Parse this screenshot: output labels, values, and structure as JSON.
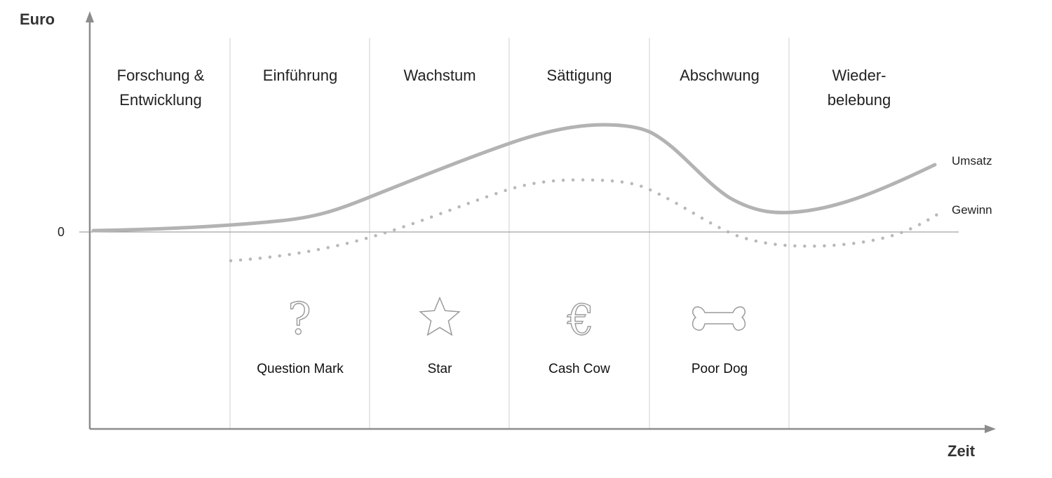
{
  "axes": {
    "y_label": "Euro",
    "x_label": "Zeit",
    "zero_label": "0"
  },
  "phases": [
    {
      "lines": [
        "Forschung &",
        "Entwicklung"
      ]
    },
    {
      "lines": [
        "Einführung"
      ]
    },
    {
      "lines": [
        "Wachstum"
      ]
    },
    {
      "lines": [
        "Sättigung"
      ]
    },
    {
      "lines": [
        "Abschwung"
      ]
    },
    {
      "lines": [
        "Wieder-",
        "belebung"
      ]
    }
  ],
  "bcg": [
    {
      "label": "Question Mark",
      "icon": "question-mark-icon"
    },
    {
      "label": "Star",
      "icon": "star-icon"
    },
    {
      "label": "Cash Cow",
      "icon": "euro-icon"
    },
    {
      "label": "Poor Dog",
      "icon": "bone-icon"
    }
  ],
  "series": {
    "revenue": "Umsatz",
    "profit": "Gewinn"
  },
  "colors": {
    "revenue_line": "#b3b3b3",
    "profit_line": "#b8b8b8",
    "axis": "#8c8c8c",
    "divider": "#cfcfcf",
    "icon": "#9a9a9a"
  }
}
